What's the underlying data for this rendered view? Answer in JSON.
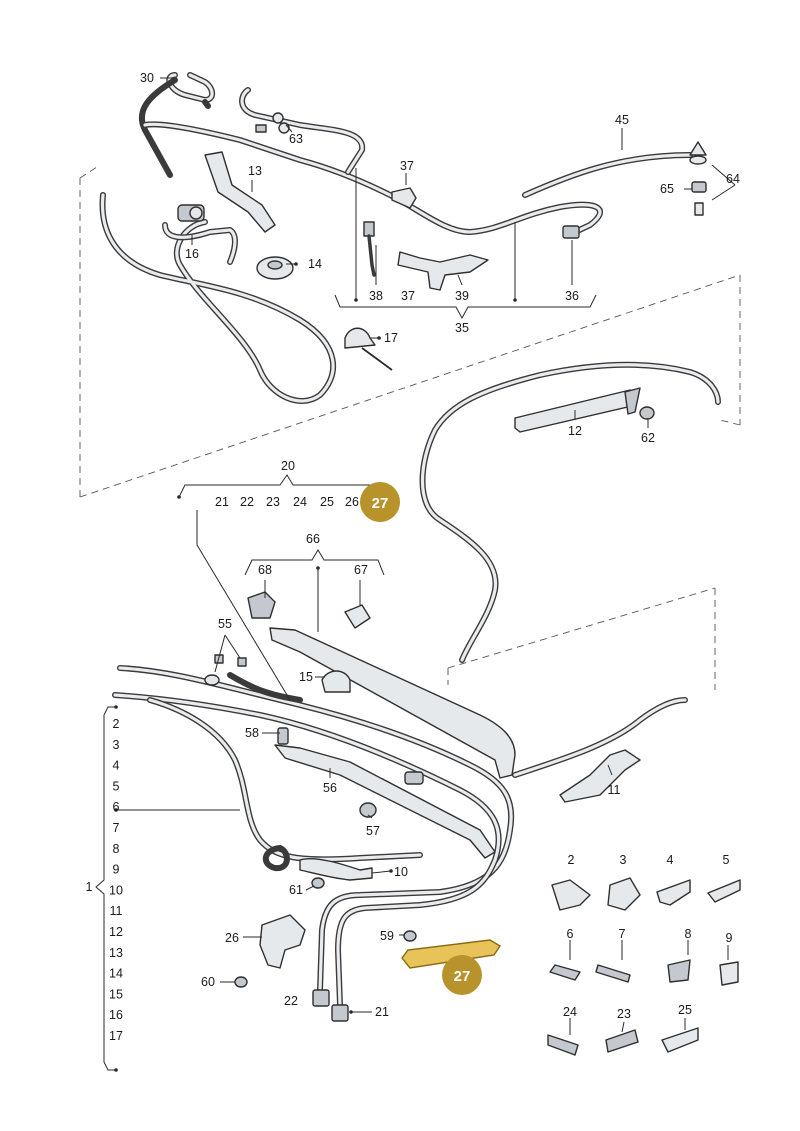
{
  "colors": {
    "highlight_badge": "#b8922a",
    "highlight_part": "#e7c35a",
    "line": "#2a2a2a",
    "part_fill": "#e6e9ec"
  },
  "highlighted_part": "27",
  "labels": {
    "l30": "30",
    "l63": "63",
    "l13": "13",
    "l37a": "37",
    "l45": "45",
    "l64": "64",
    "l65": "65",
    "l16": "16",
    "l14": "14",
    "l38": "38",
    "l37b": "37",
    "l39": "39",
    "l36": "36",
    "l35": "35",
    "l17": "17",
    "l12": "12",
    "l62": "62",
    "l20": "20",
    "l21a": "21",
    "l22a": "22",
    "l23a": "23",
    "l24a": "24",
    "l25a": "25",
    "l26a": "26",
    "l27a": "27",
    "l66": "66",
    "l68": "68",
    "l67": "67",
    "l55": "55",
    "l15": "15",
    "l58": "58",
    "l56": "56",
    "l57": "57",
    "l11": "11",
    "l10": "10",
    "l61": "61",
    "l26b": "26",
    "l59": "59",
    "l27b": "27",
    "l60": "60",
    "l22b": "22",
    "l21b": "21",
    "g2": "2",
    "g3": "3",
    "g4": "4",
    "g5": "5",
    "g6": "6",
    "g7": "7",
    "g8": "8",
    "g9": "9",
    "g24": "24",
    "g23": "23",
    "g25": "25",
    "group1": "1"
  },
  "left_list": [
    "2",
    "3",
    "4",
    "5",
    "6",
    "7",
    "8",
    "9",
    "10",
    "11",
    "12",
    "13",
    "14",
    "15",
    "16",
    "17"
  ]
}
